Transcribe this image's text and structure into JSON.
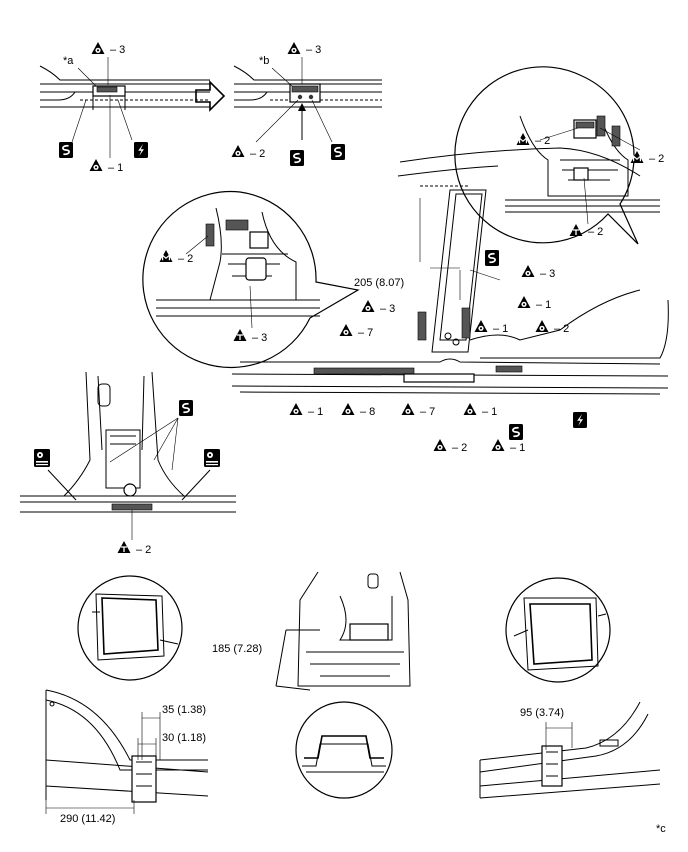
{
  "view_marks": {
    "a": "*a",
    "b": "*b",
    "c": "*c"
  },
  "callouts": {
    "c1": "– 3",
    "c2": "– 1",
    "c3": "– 3",
    "c4": "– 2",
    "c5": "– 2",
    "c6": "– 2",
    "c7": "– 2",
    "c8": "– 2",
    "c9": "– 3",
    "c10": "– 3",
    "c11": "– 3",
    "c12": "– 1",
    "c13": "– 7",
    "c14": "– 1",
    "c15": "– 2",
    "c16": "– 1",
    "c17": "– 8",
    "c18": "– 7",
    "c19": "– 1",
    "c20": "– 2",
    "c21": "– 1",
    "c22": "– 2"
  },
  "dimensions": {
    "d205": "205 (8.07)",
    "d185": "185 (7.28)",
    "d35": "35 (1.38)",
    "d30": "30 (1.18)",
    "d290": "290 (11.42)",
    "d95": "95 (3.74)"
  },
  "icons": {
    "circle_o": "spot-weld-circle-o-icon",
    "symbol_m": "plug-weld-m-icon",
    "symbol_t": "weld-t-icon",
    "cut_s": "saw-cut-s-icon",
    "cut_bolt": "cut-lightning-icon",
    "tool": "tool-icon"
  }
}
